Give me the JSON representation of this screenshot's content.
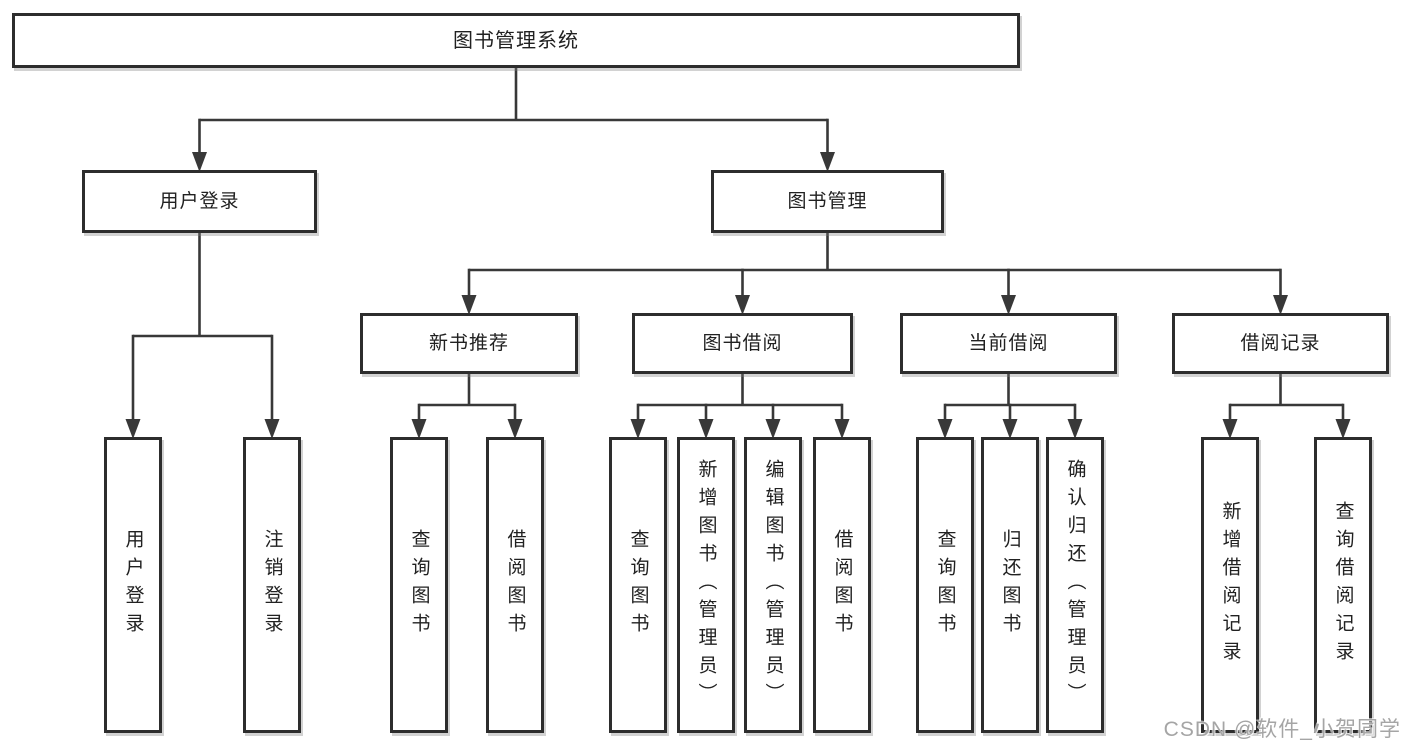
{
  "colors": {
    "line": "#383838",
    "box_border": "#2d2d2d",
    "box_background": "#ffffff",
    "text": "#212121",
    "watermark": "#a5a5a5",
    "page_background": "#ffffff"
  },
  "watermark": {
    "text": "CSDN @软件_小贺同学"
  },
  "root": {
    "label": "图书管理系统",
    "children": [
      {
        "label": "用户登录",
        "children": [
          {
            "label": "用户登录"
          },
          {
            "label": "注销登录"
          }
        ]
      },
      {
        "label": "图书管理",
        "children": [
          {
            "label": "新书推荐",
            "children": [
              {
                "label": "查询图书"
              },
              {
                "label": "借阅图书"
              }
            ]
          },
          {
            "label": "图书借阅",
            "children": [
              {
                "label": "查询图书"
              },
              {
                "label": "新增图书（管理员）"
              },
              {
                "label": "编辑图书（管理员）"
              },
              {
                "label": "借阅图书"
              }
            ]
          },
          {
            "label": "当前借阅",
            "children": [
              {
                "label": "查询图书"
              },
              {
                "label": "归还图书"
              },
              {
                "label": "确认归还（管理员）"
              }
            ]
          },
          {
            "label": "借阅记录",
            "children": [
              {
                "label": "新增借阅记录"
              },
              {
                "label": "查询借阅记录"
              }
            ]
          }
        ]
      }
    ]
  }
}
